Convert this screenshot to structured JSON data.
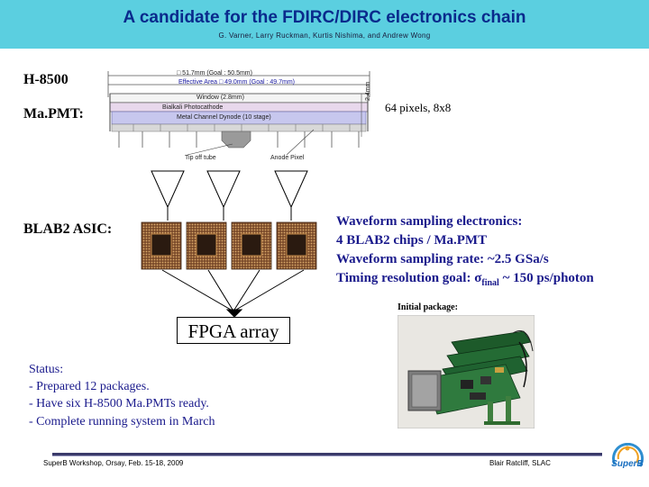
{
  "header": {
    "title": "A candidate for the FDIRC/DIRC electronics chain",
    "authors": "G. Varner, Larry Ruckman, Kurtis Nishima, and Andrew Wong"
  },
  "pmt": {
    "model_label": "H-8500",
    "device_label": "Ma.PMT:",
    "pixels_note": "64 pixels, 8x8",
    "diagram": {
      "outer_dim": "□ 51.7mm (Goal : 50.5mm)",
      "effective_area": "Effective Area □ 49.0mm (Goal : 49.7mm)",
      "window": "Window (2.8mm)",
      "photocathode": "Bialkali Photocathode",
      "dynode": "Metal Channel Dynode (10 stage)",
      "tip_off": "Tip off tube",
      "anode": "Anode Pixel",
      "side_dim": "2.4mm"
    }
  },
  "asic": {
    "label": "BLAB2 ASIC:",
    "chip_count": 4
  },
  "waveform": {
    "line1": "Waveform sampling electronics:",
    "line2": "4 BLAB2 chips / Ma.PMT",
    "line3": "Waveform sampling rate: ~2.5 GSa/s",
    "line4_prefix": "Timing resolution goal: ",
    "sigma": "σ",
    "sub": "final",
    "line4_suffix": " ~ 150 ps/photon"
  },
  "fpga": {
    "label": "FPGA array"
  },
  "package": {
    "caption": "Initial package:"
  },
  "status": {
    "heading": "Status:",
    "items": [
      "- Prepared 12 packages.",
      "- Have six H-8500 Ma.PMTs ready.",
      "- Complete running system in March"
    ]
  },
  "footer": {
    "left": "SuperB Workshop, Orsay, Feb. 15-18, 2009",
    "right": "Blair Ratcliff, SLAC",
    "logo": "SuperB"
  },
  "colors": {
    "header_bg": "#5bcfe0",
    "title": "#0a2a8c",
    "body_text": "#1a1a8c"
  }
}
